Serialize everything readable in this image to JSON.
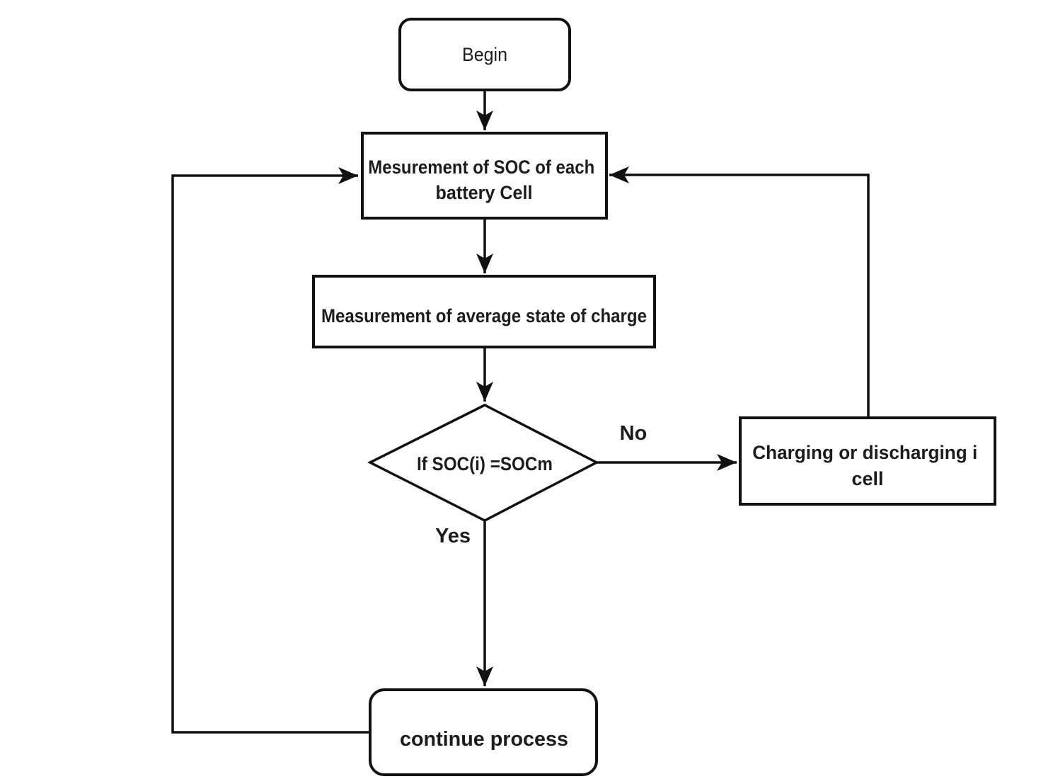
{
  "diagram": {
    "colors": {
      "background": "#ffffff",
      "line": "#111111",
      "text": "#1c1c1c"
    },
    "nodes": {
      "begin": {
        "label": "Begin",
        "shape": "rounded-rect"
      },
      "measure_soc": {
        "line1": "Mesurement of SOC of each",
        "line2": "battery Cell",
        "shape": "rect"
      },
      "measure_avg": {
        "label": "Measurement of average state of charge",
        "shape": "rect"
      },
      "decision": {
        "label": "If SOC(i) =SOCm",
        "shape": "diamond"
      },
      "charging": {
        "line1": "Charging or discharging i",
        "line2": "cell",
        "shape": "rect"
      },
      "continue_process": {
        "label": "continue process",
        "shape": "rounded-rect"
      }
    },
    "edges": {
      "no_label": "No",
      "yes_label": "Yes"
    }
  }
}
